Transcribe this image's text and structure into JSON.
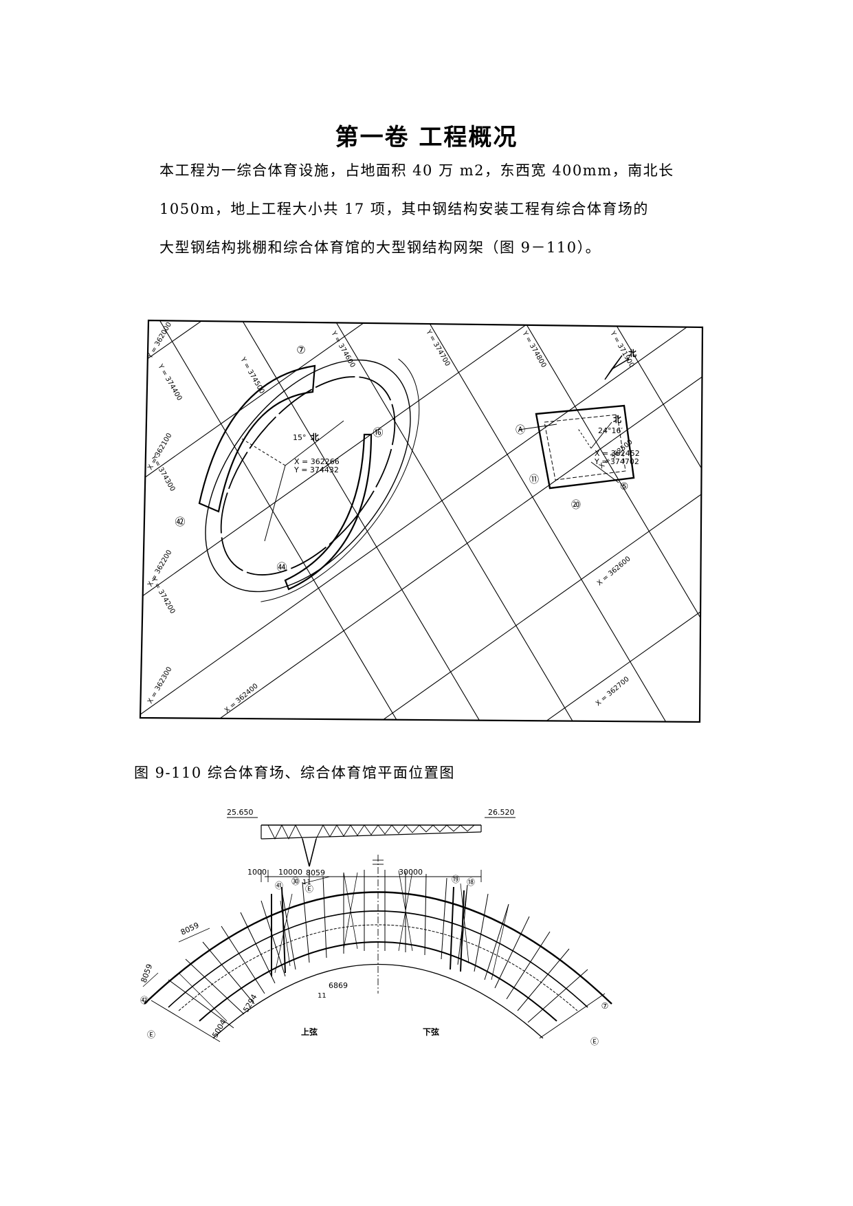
{
  "page": {
    "title": "第一卷 工程概况",
    "paragraph_lines": [
      "本工程为一综合体育设施，占地面积 40 万 m2，东西宽 400mm，南北长",
      "1050m，地上工程大小共 17 项，其中钢结构安装工程有综合体育场的",
      "大型钢结构挑棚和综合体育馆的大型钢结构网架（图 9－110）。"
    ],
    "caption": "图 9-110   综合体育场、综合体育馆平面位置图"
  },
  "site_plan": {
    "grid_labels_top": [
      "Y = 362000",
      "Y = 374500",
      "Y = 374600",
      "Y = 374700",
      "Y = 374800",
      "Y = 371900"
    ],
    "grid_labels_left": [
      "Y = 374400",
      "X = 362100",
      "Y = 374300",
      "X = 362200",
      "Y = 374200",
      "X = 362300"
    ],
    "grid_labels_bottom": [
      "X = 362400"
    ],
    "grid_labels_right": [
      "X = 362500",
      "X = 362600",
      "X = 362700"
    ],
    "north_label": "北",
    "stadium": {
      "axis_markers": [
        "⑦",
        "⑯",
        "㊷",
        "㊹"
      ],
      "angle": "15°",
      "north": "北",
      "x": "X = 362266",
      "y": "Y = 374432"
    },
    "arena": {
      "axis_markers": [
        "Ⓐ",
        "⑪",
        "⑳",
        "⑤"
      ],
      "angle": "24°16′",
      "north": "北",
      "x": "X = 362452",
      "y": "Y = 374702"
    }
  },
  "truss_detail": {
    "elevation_left": "25.650",
    "elevation_right": "26.520",
    "dim_1": "1000",
    "dim_2": "10000",
    "dim_3": "30000",
    "axis": "Ⓔ",
    "spacing_top": "8059",
    "spacing_left_1": "8059",
    "spacing_left_2": "8059",
    "spacing_bottom": "6869",
    "dim_a": "5294",
    "dim_b": "5004",
    "label_upper": "上弦",
    "label_lower": "下弦",
    "axis_markers": [
      "㊶",
      "㉚",
      "⑲",
      "⑱",
      "㊷",
      "⑦",
      "Ⓔ",
      "Ⓔ"
    ],
    "section_marks": [
      "11",
      "11"
    ]
  }
}
